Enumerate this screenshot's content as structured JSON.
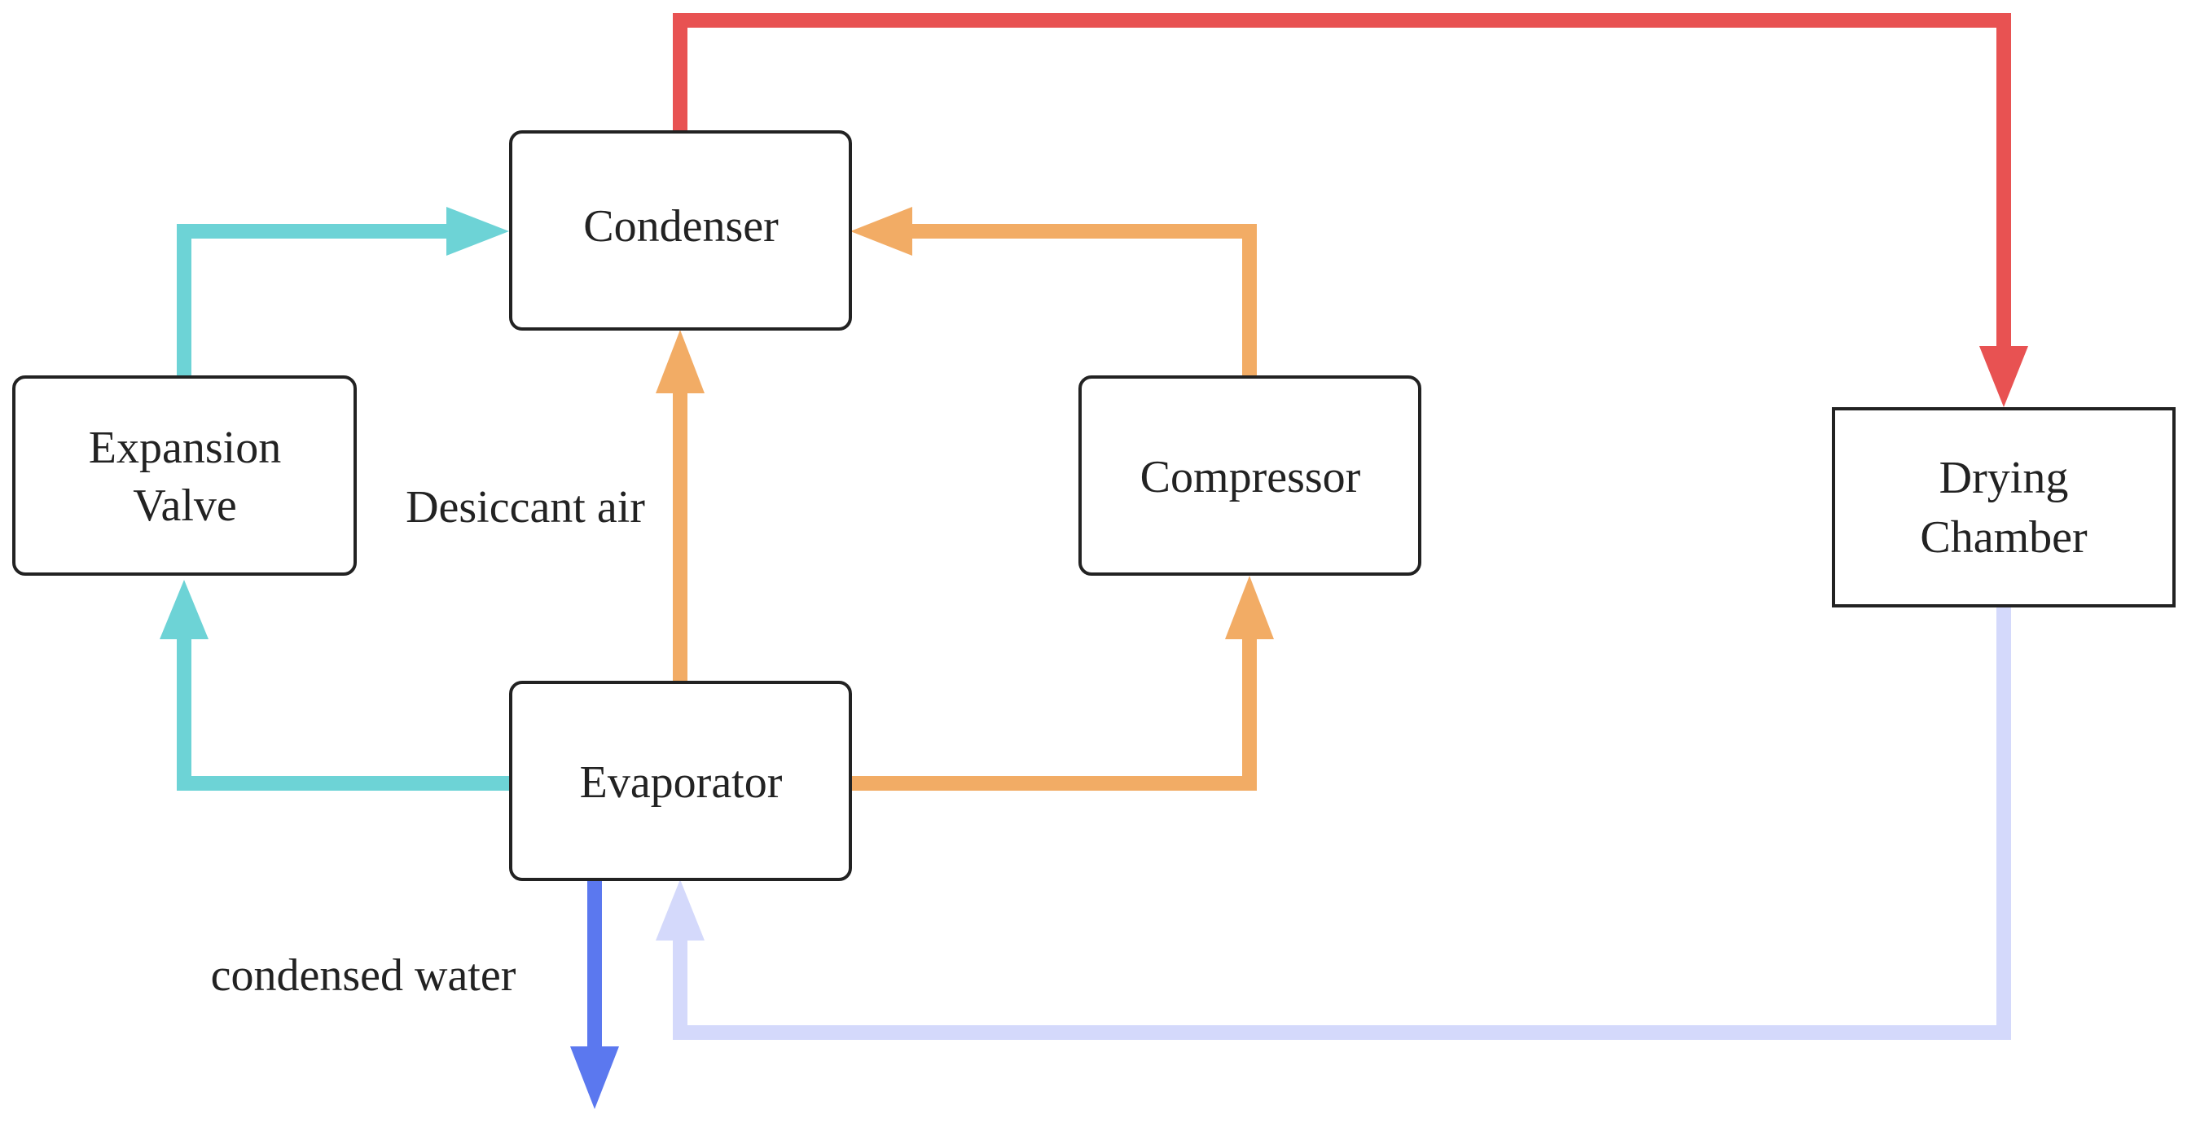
{
  "colors": {
    "refrigerant_liquid": "#6dd3d6",
    "refrigerant_vapor": "#f2ac65",
    "hot_air": "#e85252",
    "return_air": "#d4d9fb",
    "condensed_water": "#5b78ef",
    "node_border": "#222222"
  },
  "nodes": {
    "condenser": {
      "label": "Condenser"
    },
    "expansion_valve": {
      "label_line1": "Expansion",
      "label_line2": "Valve"
    },
    "compressor": {
      "label": "Compressor"
    },
    "evaporator": {
      "label": "Evaporator"
    },
    "drying_chamber": {
      "label_line1": "Drying",
      "label_line2": "Chamber"
    }
  },
  "labels": {
    "desiccant_air": "Desiccant air",
    "condensed_water": "condensed water"
  }
}
